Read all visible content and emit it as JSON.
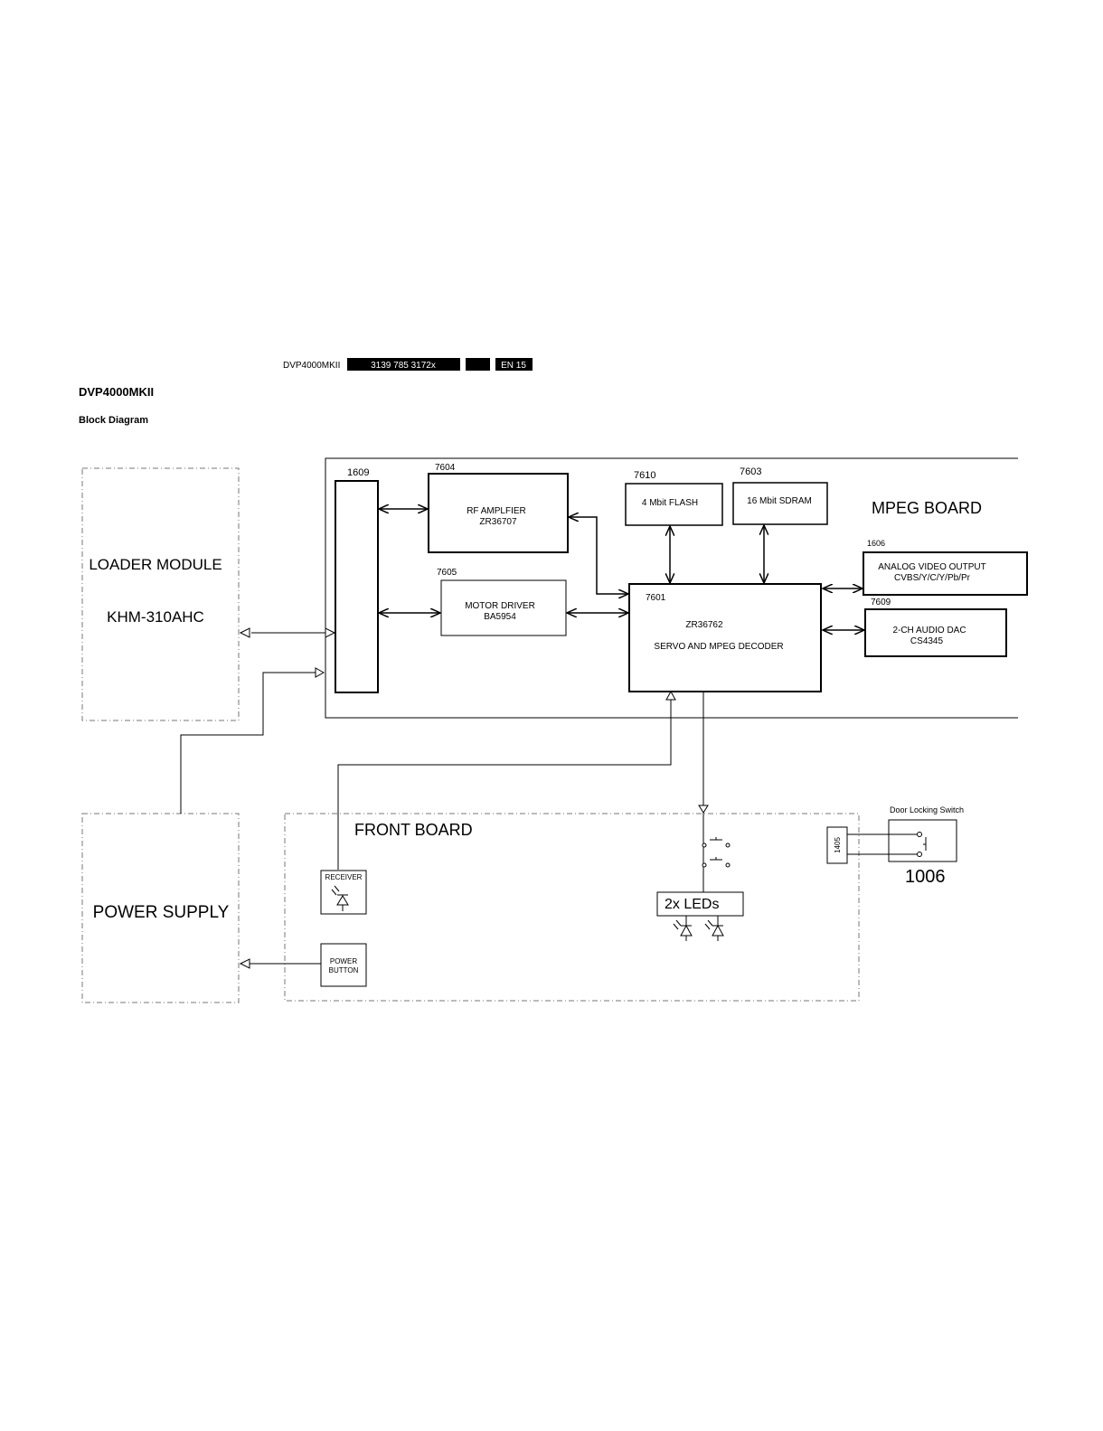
{
  "header": {
    "model": "DVP4000MKII",
    "code": "3139 785 3172x",
    "page": "EN 15"
  },
  "title": "DVP4000MKII",
  "subtitle": "Block Diagram",
  "blocks": {
    "loader_title": "LOADER MODULE",
    "loader_model": "KHM-310AHC",
    "power_supply": "POWER SUPPLY",
    "mpeg_board": "MPEG BOARD",
    "front_board": "FRONT BOARD",
    "connector_1609": "1609",
    "ref_7604": "7604",
    "rf_amp_line1": "RF AMPLFIER",
    "rf_amp_line2": "ZR36707",
    "ref_7605": "7605",
    "motor_line1": "MOTOR DRIVER",
    "motor_line2": "BA5954",
    "ref_7610": "7610",
    "flash": "4 Mbit  FLASH",
    "ref_7603": "7603",
    "sdram": "16 Mbit SDRAM",
    "ref_7601": "7601",
    "decoder_line1": "ZR36762",
    "decoder_line2": "SERVO AND MPEG DECODER",
    "ref_1606": "1606",
    "video_line1": "ANALOG VIDEO OUTPUT",
    "video_line2": "CVBS/Y/C/Y/Pb/Pr",
    "ref_7609": "7609",
    "audio_line1": "2-CH AUDIO DAC",
    "audio_line2": "CS4345",
    "receiver": "RECEIVER",
    "power_button_line1": "POWER",
    "power_button_line2": "BUTTON",
    "leds": "2x LEDs",
    "door_switch": "Door Locking Switch",
    "ref_1405": "1405",
    "ref_1006": "1006"
  }
}
